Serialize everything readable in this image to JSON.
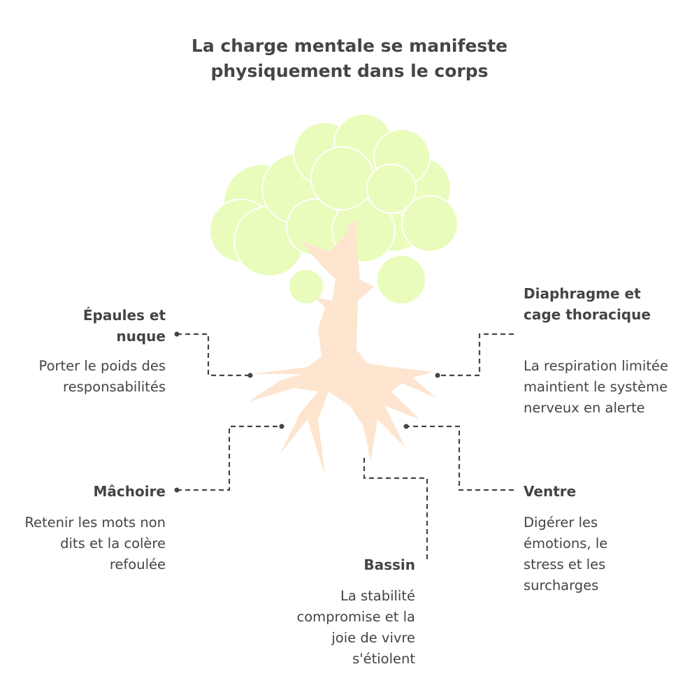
{
  "title": {
    "line1": "La charge mentale se manifeste",
    "line2": "physiquement dans le corps"
  },
  "colors": {
    "foliage": "#e9fcbb",
    "trunk": "#fde5cf",
    "text": "#444444",
    "connector": "#444444"
  },
  "items": [
    {
      "label": "Épaules et nuque",
      "description": "Porter le poids des responsabilités"
    },
    {
      "label": "Diaphragme et cage thoracique",
      "description": "La respiration limitée maintient le système nerveux en alerte"
    },
    {
      "label": "Mâchoire",
      "description": "Retenir les mots non dits et la colère refoulée"
    },
    {
      "label": "Ventre",
      "description": "Digérer les émotions, le stress et les surcharges"
    },
    {
      "label": "Bassin",
      "description": "La stabilité compromise et la joie de vivre s'étiolent"
    }
  ]
}
